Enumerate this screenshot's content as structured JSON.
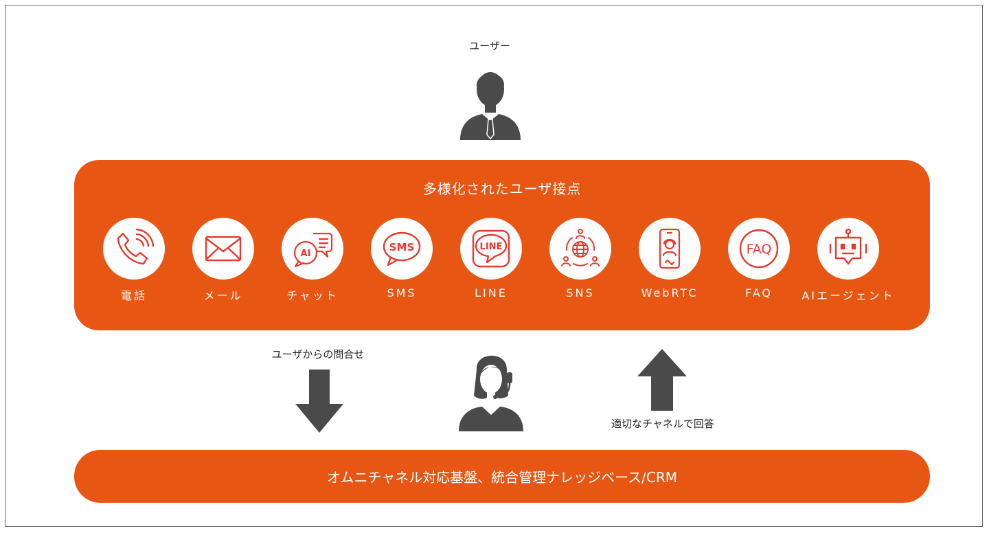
{
  "colors": {
    "accent": "#e85614",
    "icon_red": "#e8392e",
    "person_gray": "#4a4a4a"
  },
  "user": {
    "label": "ユーザー",
    "icon": "business-person-icon"
  },
  "touchpoints": {
    "title": "多様化されたユーザ接点",
    "channels": [
      {
        "label": "電話",
        "icon": "phone-icon"
      },
      {
        "label": "メール",
        "icon": "mail-icon"
      },
      {
        "label": "チャット",
        "icon": "chat-icon",
        "icon_text": "AI"
      },
      {
        "label": "SMS",
        "icon": "sms-icon",
        "icon_text": "SMS"
      },
      {
        "label": "LINE",
        "icon": "line-icon",
        "icon_text": "LINE"
      },
      {
        "label": "SNS",
        "icon": "sns-network-icon"
      },
      {
        "label": "WebRTC",
        "icon": "video-call-icon"
      },
      {
        "label": "FAQ",
        "icon": "faq-icon",
        "icon_text": "FAQ"
      },
      {
        "label": "AIエージェント",
        "icon": "robot-icon"
      }
    ]
  },
  "flow": {
    "inquiry_label": "ユーザからの問合せ",
    "answer_label": "適切なチャネルで回答",
    "operator_icon": "operator-headset-icon"
  },
  "platform": {
    "label": "オムニチャネル対応基盤、統合管理ナレッジベース/CRM"
  }
}
